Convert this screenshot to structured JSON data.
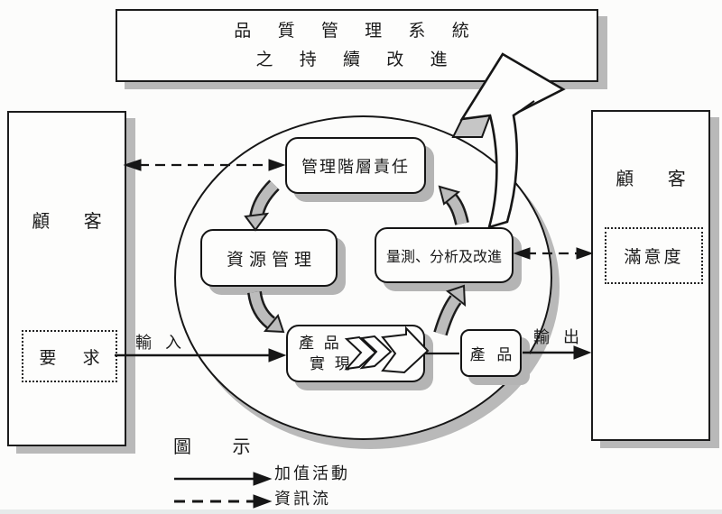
{
  "title_box": {
    "line1": "品 質 管 理 系 統",
    "line2": "之 持 續 改 進"
  },
  "left_customer": {
    "label": "顧 客",
    "sub_box": "要 求"
  },
  "right_customer": {
    "label": "顧 客",
    "sub_box": "滿意度"
  },
  "cycle": {
    "management": "管理階層責任",
    "resources": "資源管理",
    "measurement": "量測、分析及改進",
    "realization_line1": "產 品",
    "realization_line2": "實 現",
    "product": "產 品"
  },
  "flows": {
    "input": "輸 入",
    "output": "輸 出"
  },
  "legend": {
    "title": "圖 示",
    "solid_arrow_label": "加值活動",
    "dashed_arrow_label": "資訊流"
  },
  "colors": {
    "ink": "#1a1a1a",
    "shadow": "#b9b9b9",
    "paper": "#fcfcfb"
  }
}
